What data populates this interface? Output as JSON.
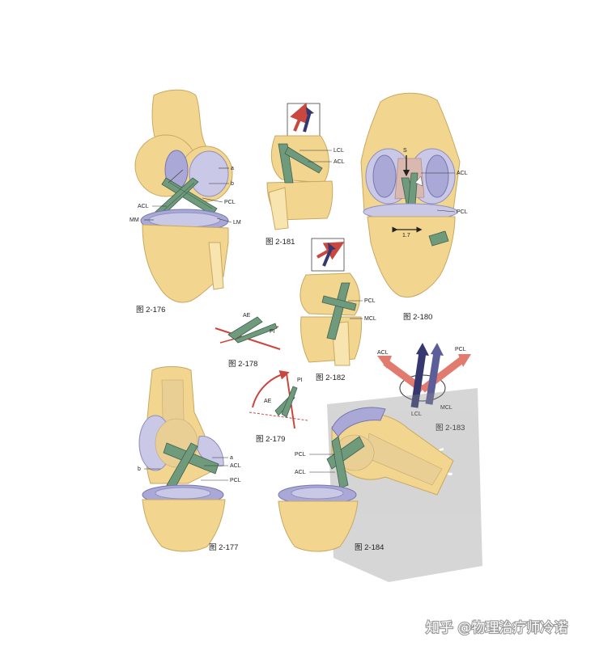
{
  "figures": {
    "f176": {
      "caption": "图 2-176",
      "labels": {
        "a": "a",
        "b": "b",
        "pcl": "PCL",
        "acl": "ACL",
        "mm": "MM",
        "lm": "LM"
      }
    },
    "f177": {
      "caption": "图 2-177",
      "labels": {
        "a": "a",
        "acl": "ACL",
        "b": "b",
        "pcl": "PCL"
      }
    },
    "f178": {
      "caption": "图 2-178",
      "labels": {
        "ae": "AE",
        "pi": "PI"
      }
    },
    "f179": {
      "caption": "图 2-179",
      "labels": {
        "pi": "PI",
        "ae": "AE"
      }
    },
    "f180": {
      "caption": "图 2-180",
      "labels": {
        "s": "S",
        "acl": "ACL",
        "pcl": "PCL",
        "measure": "1.7"
      }
    },
    "f181": {
      "caption": "图 2-181",
      "labels": {
        "lcl": "LCL",
        "acl": "ACL"
      }
    },
    "f182": {
      "caption": "图 2-182",
      "labels": {
        "pcl": "PCL",
        "mcl": "MCL"
      }
    },
    "f183": {
      "caption": "图 2-183",
      "labels": {
        "acl": "ACL",
        "pcl": "PCL",
        "lcl": "LCL",
        "mcl": "MCL"
      }
    },
    "f184": {
      "caption": "图 2-184",
      "labels": {
        "pcl": "PCL",
        "acl": "ACL"
      }
    }
  },
  "watermark": {
    "text": "知乎 @物理治疗师冷诺"
  },
  "colors": {
    "bone": "#f2d58f",
    "cartilage": "#c9c8e6",
    "ligament": "#6f9a7c",
    "arrow_red": "#c9473f",
    "arrow_blue": "#34386f"
  }
}
